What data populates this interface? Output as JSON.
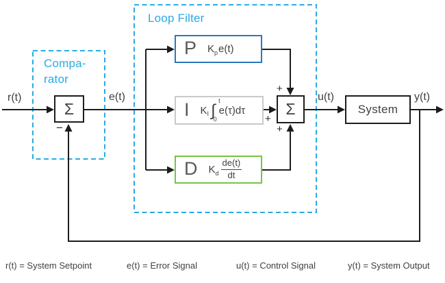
{
  "figure": {
    "loop_filter": {
      "title": "Loop Filter"
    },
    "comparator": {
      "title_line1": "Compa-",
      "title_line2": "rator",
      "symbol": "Σ",
      "minus": "−"
    },
    "signals": {
      "r": "r(t)",
      "e": "e(t)",
      "u": "u(t)",
      "y": "y(t)"
    },
    "summer": {
      "symbol": "Σ",
      "plus_top": "+",
      "plus_left": "+",
      "plus_bottom": "+"
    },
    "system": {
      "label": "System"
    },
    "blocks": {
      "p": {
        "letter": "P",
        "coeff": "K",
        "coeff_sub": "p",
        "expr": "e(t)"
      },
      "i": {
        "letter": "I",
        "coeff": "K",
        "coeff_sub": "I",
        "integral": "∫",
        "upper_limit": "t",
        "lower_limit": "0",
        "expr": "e(τ)dτ"
      },
      "d": {
        "letter": "D",
        "coeff": "K",
        "coeff_sub": "d",
        "numerator": "de(t)",
        "denominator": "dt"
      }
    },
    "colors": {
      "accent_cyan": "#29ABE2",
      "p_blue": "#2878BE",
      "i_gray": "#C8C9CB",
      "d_green": "#76C442",
      "line_black": "#1C1C1C",
      "text_gray": "#414042"
    }
  },
  "legend": [
    "r(t) = System Setpoint",
    "e(t) = Error Signal",
    "u(t) = Control Signal",
    "y(t) = System Output"
  ]
}
